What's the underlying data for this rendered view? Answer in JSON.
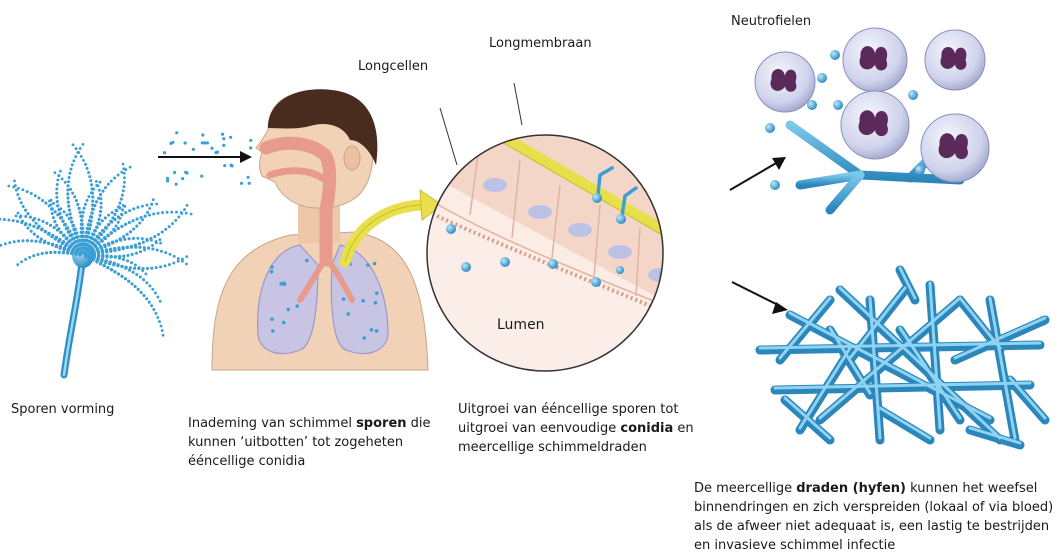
{
  "labels": {
    "longcellen": "Longcellen",
    "longmembraan": "Longmembraan",
    "neutrofielen": "Neutrofielen",
    "lumen": "Lumen"
  },
  "captions": {
    "sporen_vorming": "Sporen vorming",
    "inademing": {
      "pre": "Inademing van schimmel ",
      "bold": "sporen",
      "post": " die kunnen ‘uitbotten’ tot zogeheten ééncellige conidia"
    },
    "uitgroei": {
      "pre": "Uitgroei van ééncellige sporen tot uitgroei van eenvoudige ",
      "bold": "conidia",
      "post": " en meercellige schimmeldraden"
    },
    "draden": {
      "pre": "De meercellige ",
      "bold": "draden (hyfen)",
      "post": " kunnen het weefsel binnendringen en zich verspreiden (lokaal of via bloed) als de afweer niet adequaat is, een lastig te bestrijden en invasieve schimmel infectie"
    }
  },
  "colors": {
    "fungus_blue": "#3b9fd3",
    "skin": "#f2d2b6",
    "hair": "#4a2c1e",
    "airway": "#e89a8c",
    "lung": "#c7c4e4",
    "membrane": "#e8e04a",
    "tissue": "#f7d9cc",
    "neutrophil": "#d9dcf0",
    "nucleus": "#5b2a5a"
  }
}
